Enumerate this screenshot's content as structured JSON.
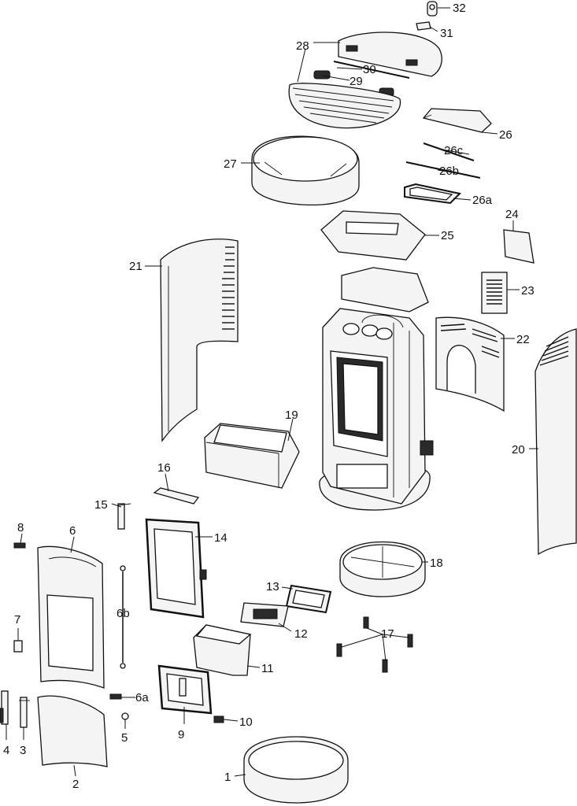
{
  "labels": {
    "p1": "1",
    "p2": "2",
    "p3": "3",
    "p4": "4",
    "p5": "5",
    "p6": "6",
    "p6a": "6a",
    "p6b": "6b",
    "p7": "7",
    "p8": "8",
    "p9": "9",
    "p10": "10",
    "p11": "11",
    "p12": "12",
    "p13": "13",
    "p14": "14",
    "p15": "15",
    "p16": "16",
    "p17": "17",
    "p18": "18",
    "p19": "19",
    "p20": "20",
    "p21": "21",
    "p22": "22",
    "p23": "23",
    "p24": "24",
    "p25": "25",
    "p26": "26",
    "p26a": "26a",
    "p26b": "26b",
    "p26c": "26c",
    "p27": "27",
    "p28": "28",
    "p29": "29",
    "p30": "30",
    "p31": "31",
    "p32": "32"
  }
}
